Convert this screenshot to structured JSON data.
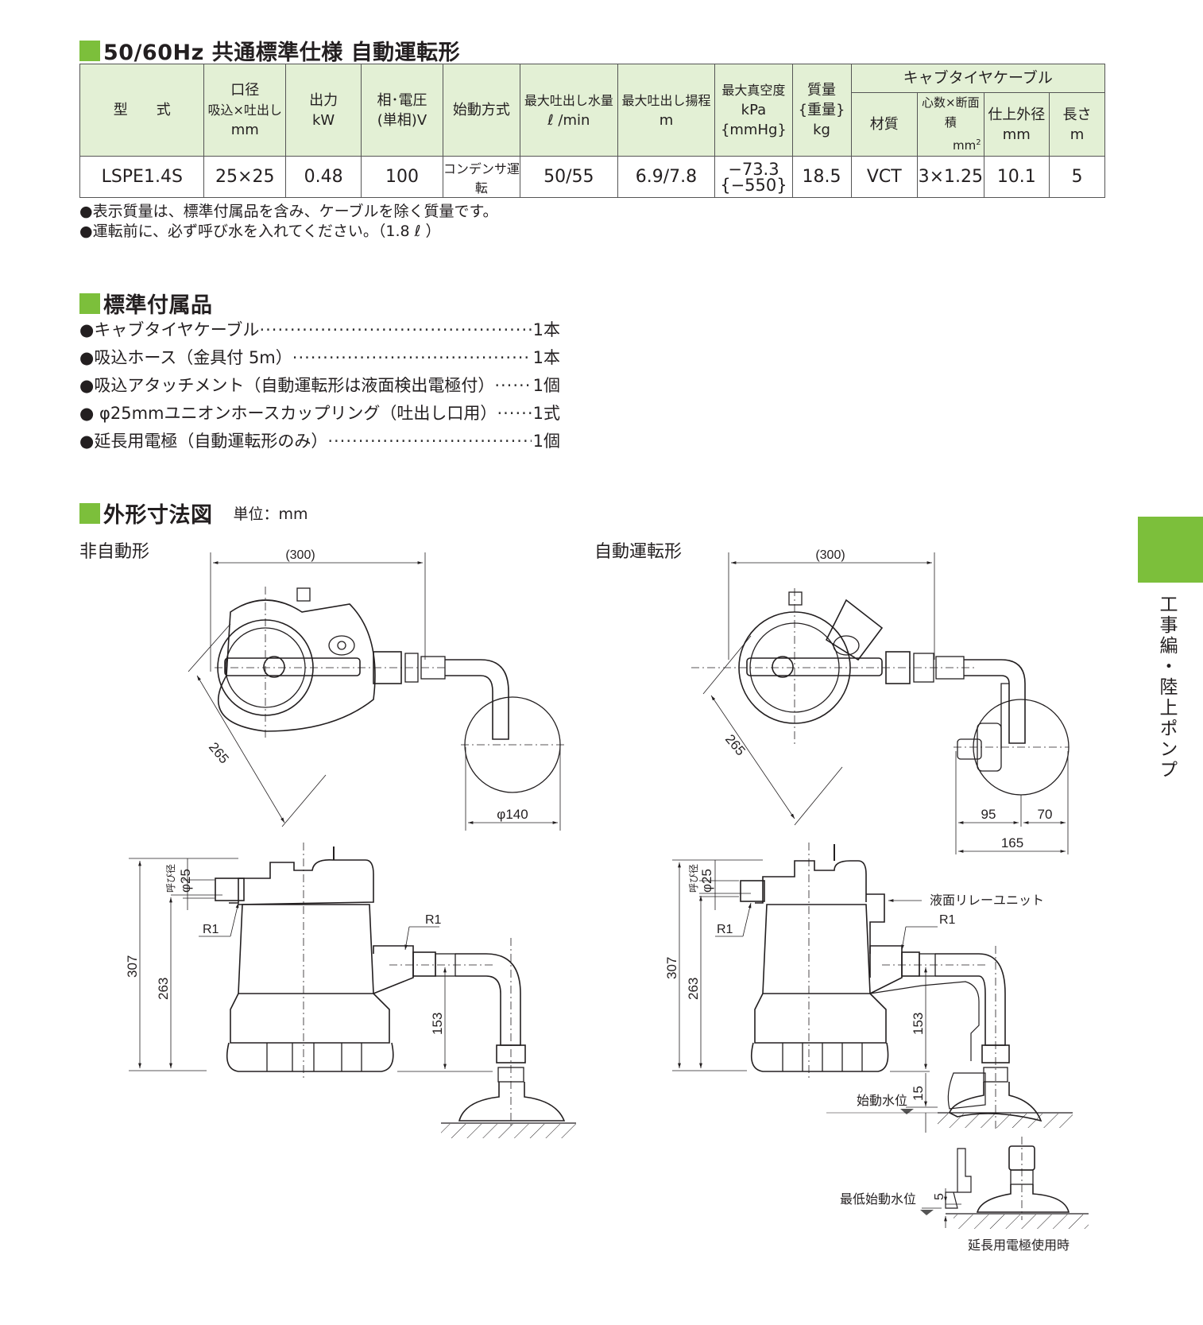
{
  "spec_section": {
    "title": "50/60Hz 共通標準仕様 自動運転形",
    "headers": {
      "model": "型　　式",
      "bore_l1": "口径",
      "bore_l2": "吸込×吐出し",
      "bore_l3": "mm",
      "output_l1": "出力",
      "output_l2": "kW",
      "phase_l1": "相･電圧",
      "phase_l2": "(単相)V",
      "start": "始動方式",
      "flow_l1": "最大吐出し水量",
      "flow_l2": "ℓ /min",
      "head_l1": "最大吐出し揚程",
      "head_l2": "m",
      "vac_l1": "最大真空度",
      "vac_l2": "kPa",
      "vac_l3": "{mmHg}",
      "mass_l1": "質量",
      "mass_l2": "{重量}",
      "mass_l3": "kg",
      "cable_group": "キャブタイヤケーブル",
      "cable_material": "材質",
      "cable_cores_l1": "心数×断面積",
      "cable_cores_l2": "mm",
      "cable_cores_sup": "2",
      "cable_od_l1": "仕上外径",
      "cable_od_l2": "mm",
      "cable_len_l1": "長さ",
      "cable_len_l2": "m"
    },
    "row": {
      "model": "LSPE1.4S",
      "bore": "25×25",
      "output": "0.48",
      "voltage": "100",
      "start": "コンデンサ運転",
      "flow": "50/55",
      "head": "6.9/7.8",
      "vac_kpa": "−73.3",
      "vac_mmhg": "{−550}",
      "mass": "18.5",
      "cable_material": "VCT",
      "cable_cores": "3×1.25",
      "cable_od": "10.1",
      "cable_len": "5"
    },
    "notes": [
      "●表示質量は、標準付属品を含み、ケーブルを除く質量です。",
      "●運転前に、必ず呼び水を入れてください。（1.8 ℓ ）"
    ]
  },
  "accessories": {
    "title": "標準付属品",
    "items": [
      {
        "label": "●キャブタイヤケーブル",
        "qty": "1本"
      },
      {
        "label": "●吸込ホース（金具付 5m）",
        "qty": "1本"
      },
      {
        "label": "●吸込アタッチメント（自動運転形は液面検出電極付）",
        "qty": "1個"
      },
      {
        "label": "● φ25mmユニオンホースカップリング（吐出し口用）",
        "qty": "1式"
      },
      {
        "label": "●延長用電極（自動運転形のみ）",
        "qty": "1個"
      }
    ]
  },
  "dimensions": {
    "title": "外形寸法図",
    "unit": "単位：mm",
    "left_figure": {
      "label": "非自動形",
      "width_dim": "(300)",
      "diag_dim": "265",
      "base_dim": "φ140",
      "nominal_label": "呼び径",
      "nominal_dim": "φ25",
      "thread_suction": "R1",
      "thread_discharge": "R1",
      "height_total": "307",
      "height_inlet": "263",
      "height_outlet": "153"
    },
    "right_figure": {
      "label": "自動運転形",
      "width_dim": "(300)",
      "diag_dim": "265",
      "offset_a": "95",
      "offset_b": "70",
      "offset_total": "165",
      "nominal_label": "呼び径",
      "nominal_dim": "φ25",
      "thread_suction": "R1",
      "thread_discharge": "R1",
      "relay_label": "液面リレーユニット",
      "height_total": "307",
      "height_inlet": "263",
      "height_outlet": "153",
      "start_level_dim": "15",
      "start_level_label": "始動水位",
      "min_level_dim": "5",
      "min_level_label": "最低始動水位",
      "ext_caption": "延長用電極使用時"
    }
  },
  "side_tab": {
    "label": "工事編・陸上ポンプ",
    "color": "#7cbf3b"
  },
  "accent_color": "#7cbf3b",
  "header_bg": "#e3f0d5"
}
